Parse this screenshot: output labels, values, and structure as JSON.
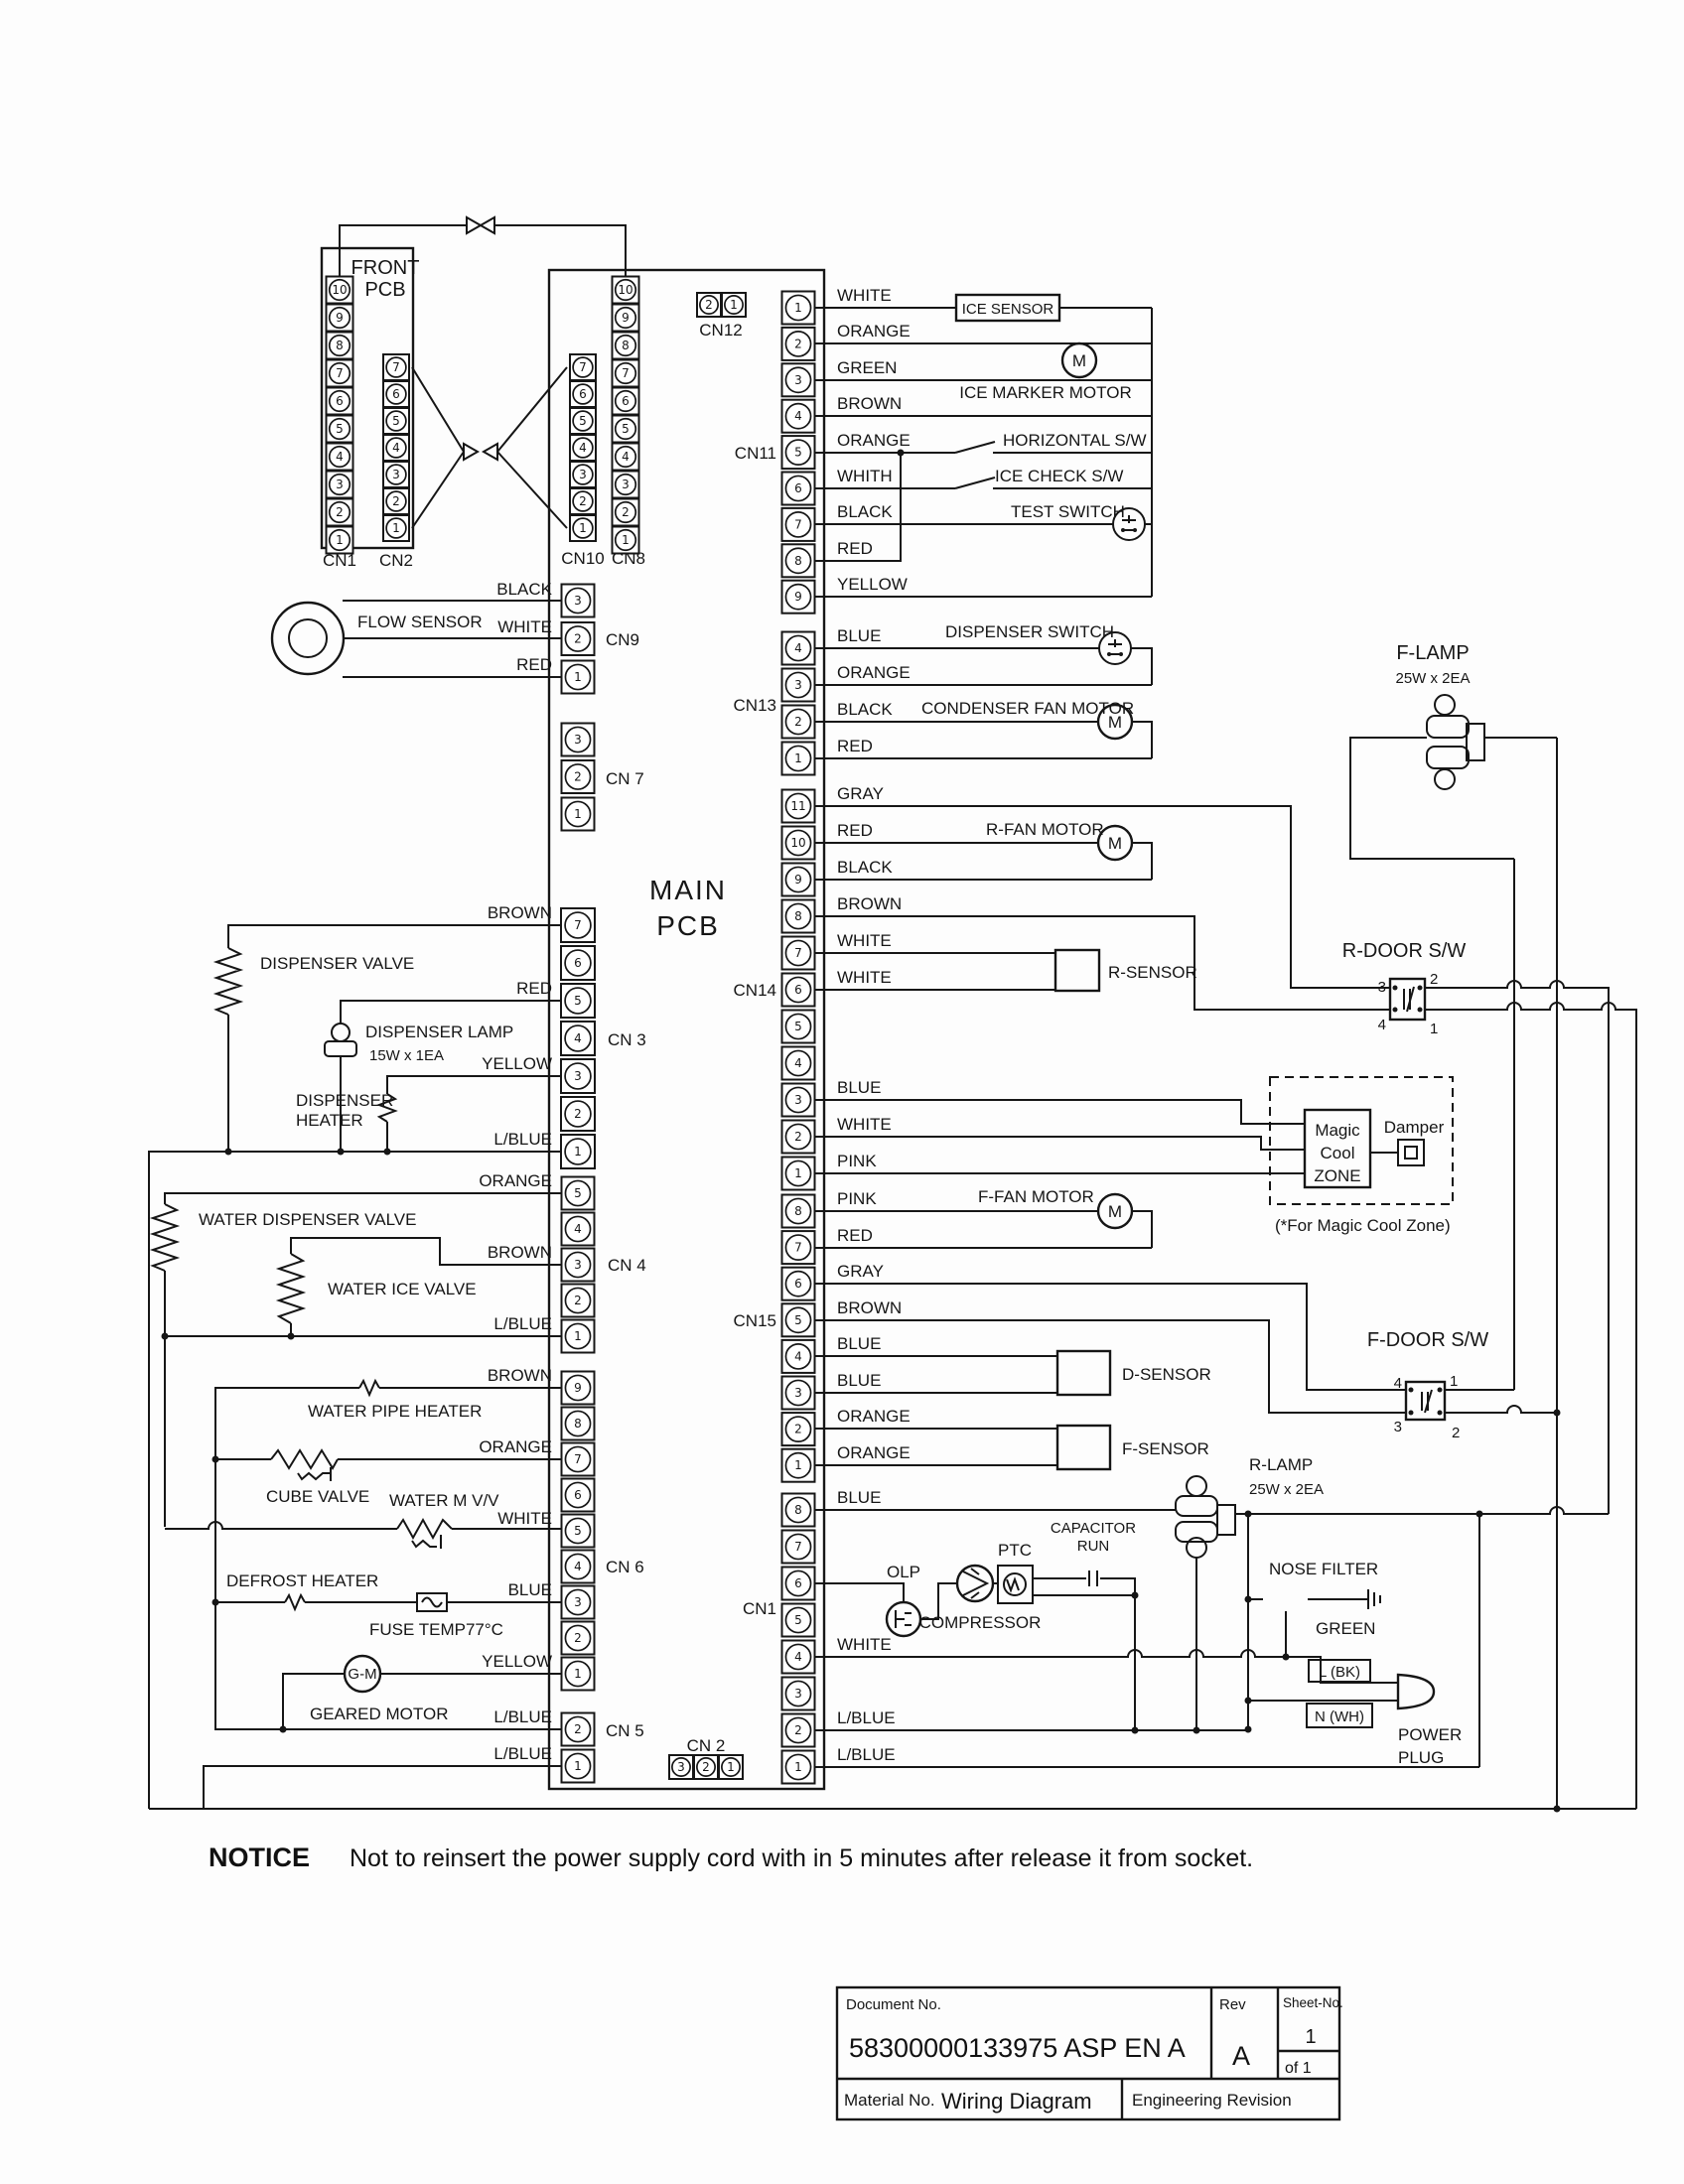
{
  "boards": {
    "front_pcb_line1": "FRONT",
    "front_pcb_line2": "PCB",
    "main_pcb_line1": "MAIN",
    "main_pcb_line2": "PCB"
  },
  "connectors": {
    "cn1f": "CN1",
    "cn2f": "CN2",
    "cn10": "CN10",
    "cn8": "CN8",
    "cn12": "CN12",
    "cn11": "CN11",
    "cn13": "CN13",
    "cn9": "CN9",
    "cn7": "CN 7",
    "cn3": "CN 3",
    "cn14": "CN14",
    "cn4": "CN 4",
    "cn15": "CN15",
    "cn6": "CN 6",
    "cn1": "CN1",
    "cn5": "CN 5",
    "cn2": "CN 2"
  },
  "pins": {
    "cn1f": [
      "10",
      "9",
      "8",
      "7",
      "6",
      "5",
      "4",
      "3",
      "2",
      "1"
    ],
    "cn2f": [
      "7",
      "6",
      "5",
      "4",
      "3",
      "2",
      "1"
    ],
    "cn10": [
      "7",
      "6",
      "5",
      "4",
      "3",
      "2",
      "1"
    ],
    "cn8": [
      "10",
      "9",
      "8",
      "7",
      "6",
      "5",
      "4",
      "3",
      "2",
      "1"
    ],
    "cn12": [
      "2",
      "1"
    ],
    "cn11": [
      "1",
      "2",
      "3",
      "4",
      "5",
      "6",
      "7",
      "8",
      "9"
    ],
    "cn13": [
      "4",
      "3",
      "2",
      "1"
    ],
    "cn9": [
      "3",
      "2",
      "1"
    ],
    "cn7": [
      "3",
      "2",
      "1"
    ],
    "cn3": [
      "7",
      "6",
      "5",
      "4",
      "3",
      "2",
      "1"
    ],
    "cn14": [
      "11",
      "10",
      "9",
      "8",
      "7",
      "6",
      "5",
      "4",
      "3",
      "2",
      "1"
    ],
    "cn4": [
      "5",
      "4",
      "3",
      "2",
      "1"
    ],
    "cn15": [
      "8",
      "7",
      "6",
      "5",
      "4",
      "3",
      "2",
      "1"
    ],
    "cn6": [
      "9",
      "8",
      "7",
      "6",
      "5",
      "4",
      "3",
      "2",
      "1"
    ],
    "cn1r": [
      "8",
      "7",
      "6",
      "5",
      "4",
      "3",
      "2",
      "1"
    ],
    "cn5": [
      "2",
      "1"
    ],
    "cn2b": [
      "3",
      "2",
      "1"
    ]
  },
  "wires": {
    "cn11": [
      "WHITE",
      "ORANGE",
      "GREEN",
      "BROWN",
      "ORANGE",
      "WHITH",
      "BLACK",
      "RED",
      "YELLOW"
    ],
    "cn13": [
      "BLUE",
      "ORANGE",
      "BLACK",
      "RED"
    ],
    "cn14": [
      "GRAY",
      "RED",
      "BLACK",
      "BROWN",
      "WHITE",
      "WHITE",
      "BLUE",
      "WHITE",
      "PINK"
    ],
    "cn15": [
      "PINK",
      "RED",
      "GRAY",
      "BROWN",
      "BLUE",
      "BLUE",
      "ORANGE",
      "ORANGE"
    ],
    "cn9": [
      "BLACK",
      "WHITE",
      "RED"
    ],
    "cn3": [
      "BROWN",
      "RED",
      "YELLOW",
      "L/BLUE"
    ],
    "cn4": [
      "ORANGE",
      "BROWN",
      "L/BLUE"
    ],
    "cn6": [
      "BROWN",
      "ORANGE",
      "WHITE",
      "BLUE",
      "YELLOW"
    ],
    "cn5": [
      "L/BLUE",
      "L/BLUE"
    ],
    "cn1": [
      "BLUE",
      "WHITE",
      "L/BLUE",
      "L/BLUE"
    ]
  },
  "components": {
    "ice_sensor": "ICE SENSOR",
    "ice_marker_motor": "ICE MARKER MOTOR",
    "horizontal_sw": "HORIZONTAL S/W",
    "ice_check_sw": "ICE CHECK S/W",
    "test_switch": "TEST SWITCH",
    "dispenser_switch": "DISPENSER SWITCH",
    "condenser_fan_motor": "CONDENSER FAN MOTOR",
    "r_fan_motor": "R-FAN MOTOR",
    "r_sensor": "R-SENSOR",
    "f_fan_motor": "F-FAN MOTOR",
    "d_sensor": "D-SENSOR",
    "f_sensor": "F-SENSOR",
    "flow_sensor": "FLOW SENSOR",
    "dispenser_valve": "DISPENSER VALVE",
    "dispenser_lamp": "DISPENSER LAMP",
    "dispenser_lamp_spec": "15W x 1EA",
    "dispenser_heater1": "DISPENSER",
    "dispenser_heater2": "HEATER",
    "water_dispenser_valve": "WATER DISPENSER VALVE",
    "water_ice_valve": "WATER ICE VALVE",
    "water_pipe_heater": "WATER PIPE HEATER",
    "cube_valve": "CUBE VALVE",
    "water_mvv": "WATER M V/V",
    "defrost_heater": "DEFROST HEATER",
    "fuse": "FUSE TEMP77°C",
    "geared_motor": "GEARED MOTOR",
    "gm": "G-M",
    "motor_m": "M",
    "f_lamp": "F-LAMP",
    "f_lamp_spec": "25W x 2EA",
    "r_lamp": "R-LAMP",
    "r_lamp_spec": "25W x 2EA",
    "r_door_sw": "R-DOOR S/W",
    "f_door_sw": "F-DOOR S/W",
    "r_door_pin3": "3",
    "r_door_pin2": "2",
    "r_door_pin4": "4",
    "r_door_pin1": "1",
    "f_door_pin4": "4",
    "f_door_pin1": "1",
    "f_door_pin3": "3",
    "f_door_pin2": "2",
    "magic1": "Magic",
    "magic2": "Cool",
    "magic3": "ZONE",
    "damper": "Damper",
    "magic_note": "(*For Magic Cool Zone)",
    "olp": "OLP",
    "compressor": "COMPRESSOR",
    "ptc": "PTC",
    "capacitor1": "CAPACITOR",
    "capacitor2": "RUN",
    "nose_filter": "NOSE FILTER",
    "green": "GREEN",
    "l_bk": "L (BK)",
    "n_wh": "N (WH)",
    "power1": "POWER",
    "power2": "PLUG"
  },
  "notice": {
    "label": "NOTICE",
    "text": "Not to reinsert the power supply cord with in 5 minutes after release  it from  socket."
  },
  "title_block": {
    "document_no_label": "Document No.",
    "document_no": "58300000133975 ASP EN A",
    "rev_label": "Rev",
    "rev": "A",
    "sheet_label": "Sheet-No.",
    "sheet_no": "1",
    "sheet_of": "of  1",
    "material_label": "Material No.",
    "material": "Wiring Diagram",
    "engineering": "Engineering Revision"
  }
}
